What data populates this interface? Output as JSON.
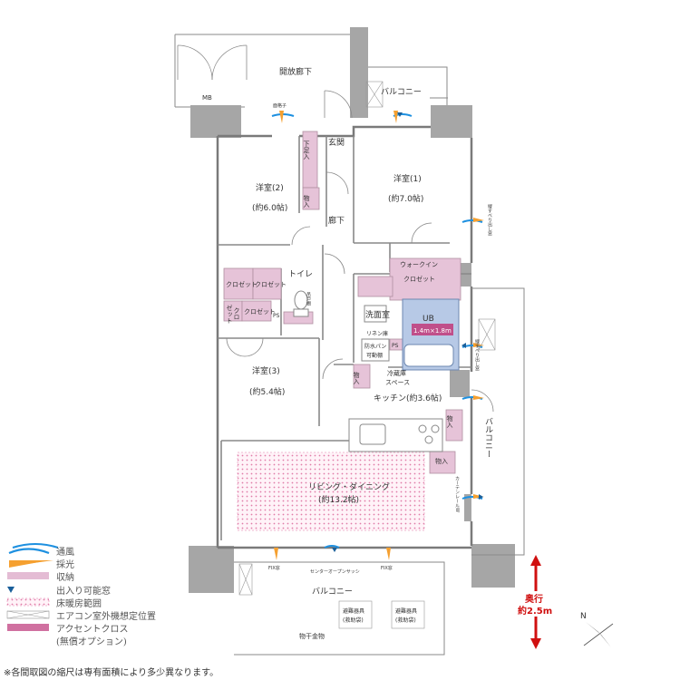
{
  "rooms": {
    "open_corridor": "開放廊下",
    "mb": "MB",
    "balcony_top": "バルコニー",
    "entrance": "玄関",
    "shoe_storage": "下足入",
    "storage": "物入",
    "corridor": "廊下",
    "western_room_1": "洋室(1)",
    "western_room_1_size": "(約7.0帖)",
    "western_room_2": "洋室(2)",
    "western_room_2_size": "(約6.0帖)",
    "western_room_3": "洋室(3)",
    "western_room_3_size": "(約5.4帖)",
    "toilet": "トイレ",
    "closet": "クロゼット",
    "closet_split_a": "クロ",
    "closet_split_b": "ゼット",
    "toilet_shelf": "吊戸棚",
    "ps": "PS",
    "walk_in": "ウォークイン",
    "walk_in_closet": "クロゼット",
    "washroom": "洗面室",
    "ub": "UB",
    "ub_size": "1.4m×1.8m",
    "linen_shelf": "リネン庫",
    "waterproof_pan_1": "防水パン",
    "waterproof_pan_2": "可動棚",
    "fridge_1": "冷蔵庫",
    "fridge_2": "スペース",
    "kitchen": "キッチン(約3.6帖)",
    "living": "リビング・ダイニング",
    "living_size": "(約13.2帖)",
    "balcony_right": "バルコニー",
    "balcony_bottom": "バルコニー",
    "fix_window": "FIX窓",
    "center_open_sash": "センターオープンサッシ",
    "laundry_hardware": "物干金物",
    "evac_hatch_1": "避難器具",
    "evac_hatch_1_sub": "(救助袋)",
    "evac_hatch_2": "避難器具",
    "evac_hatch_2_sub": "(救助袋)",
    "aircon_unit_top": "面格子",
    "vertical_slit_window": "縦すべり出し窓",
    "vertical_slit_window_2": "縦すべり出し窓",
    "curtain_rail": "カーテンレールW"
  },
  "legend": [
    {
      "key": "ventilation",
      "label": "通風",
      "color": "#1e90e0"
    },
    {
      "key": "daylight",
      "label": "採光",
      "color": "#f5a030"
    },
    {
      "key": "storage",
      "label": "収納",
      "color": "#e4bcd4"
    },
    {
      "key": "door_window",
      "label": "出入り可能窓",
      "color": "#1a5f9a"
    },
    {
      "key": "floor_heating",
      "label": "床暖房範囲",
      "color": "#e07ca8"
    },
    {
      "key": "aircon",
      "label": "エアコン室外機想定位置",
      "color": "#999999"
    },
    {
      "key": "accent_cross",
      "label": "アクセントクロス",
      "color": "#d070a0"
    },
    {
      "key": "accent_cross_note",
      "label": "(無償オプション)",
      "color": "#ffffff"
    }
  ],
  "depth": {
    "label_1": "奥行",
    "label_2": "約2.5m",
    "color": "#d01010"
  },
  "footnote": "※各間取図の縮尺は専有面積により多少異なります。",
  "colors": {
    "wall": "#a6a6a6",
    "storage": "#e6c3d8",
    "accent": "#d77aa8",
    "floor_heat": "#e07ca8",
    "ub": "#b7c9e6"
  }
}
